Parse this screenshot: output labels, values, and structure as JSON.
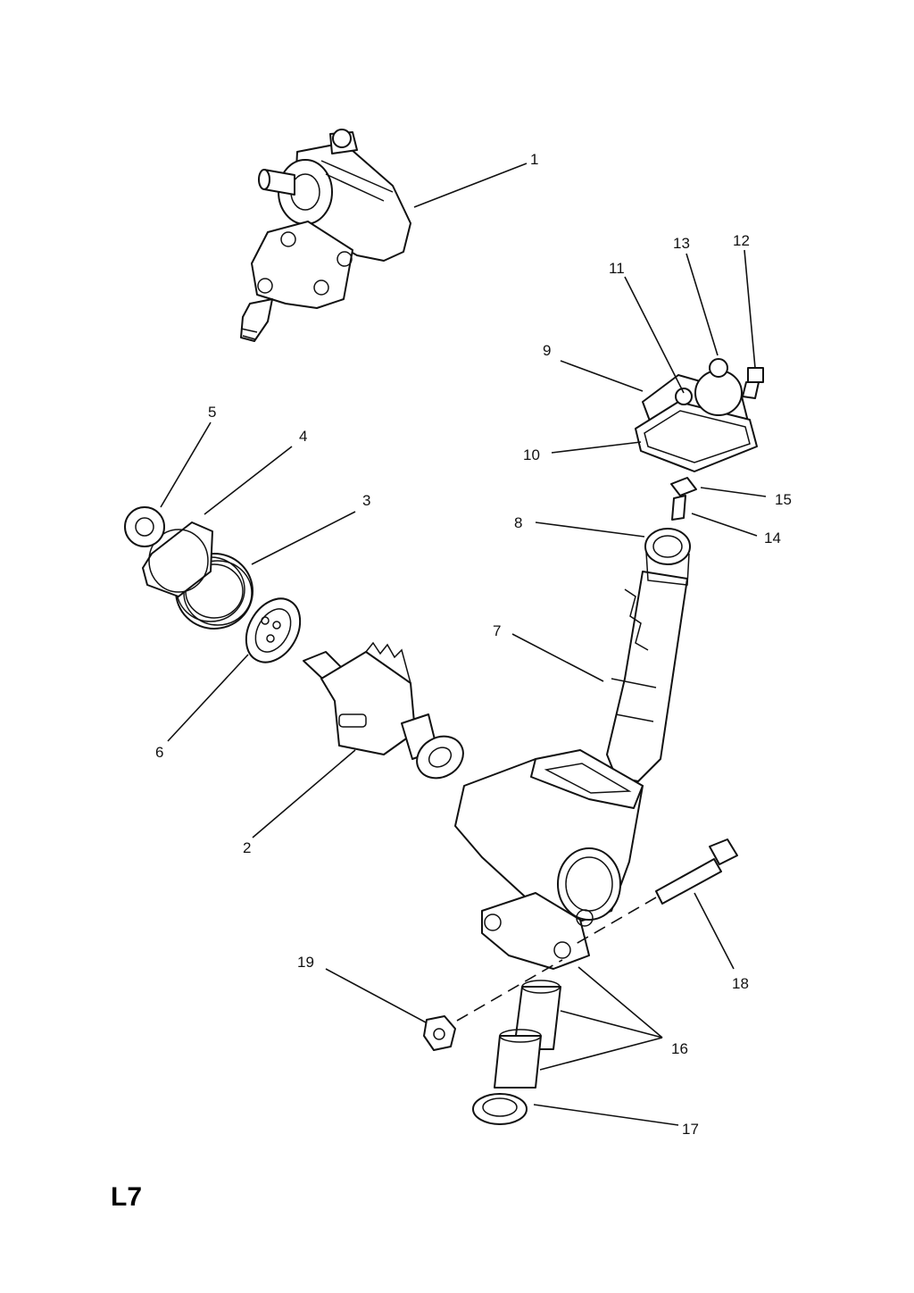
{
  "diagram": {
    "code": "L7",
    "callouts": [
      "1",
      "2",
      "3",
      "4",
      "5",
      "6",
      "7",
      "8",
      "9",
      "10",
      "11",
      "12",
      "13",
      "14",
      "15",
      "16",
      "17",
      "18",
      "19"
    ]
  }
}
